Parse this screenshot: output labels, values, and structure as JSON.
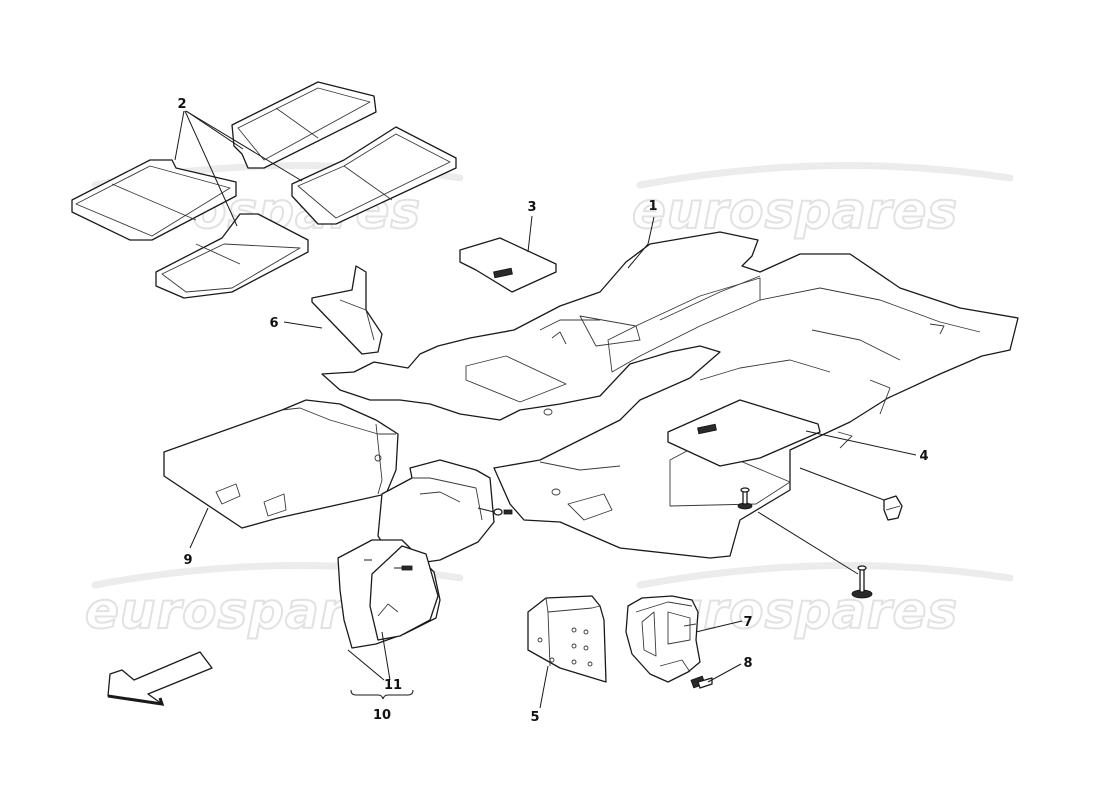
{
  "watermark": {
    "text": "eurospares"
  },
  "callouts": [
    {
      "id": "1",
      "label": "1"
    },
    {
      "id": "2",
      "label": "2"
    },
    {
      "id": "3",
      "label": "3"
    },
    {
      "id": "4",
      "label": "4"
    },
    {
      "id": "5",
      "label": "5"
    },
    {
      "id": "6",
      "label": "6"
    },
    {
      "id": "7",
      "label": "7"
    },
    {
      "id": "8",
      "label": "8"
    },
    {
      "id": "9",
      "label": "9"
    },
    {
      "id": "10",
      "label": "10"
    },
    {
      "id": "11",
      "label": "11"
    }
  ],
  "direction_arrow": {
    "icon": "direction-arrow-icon"
  }
}
